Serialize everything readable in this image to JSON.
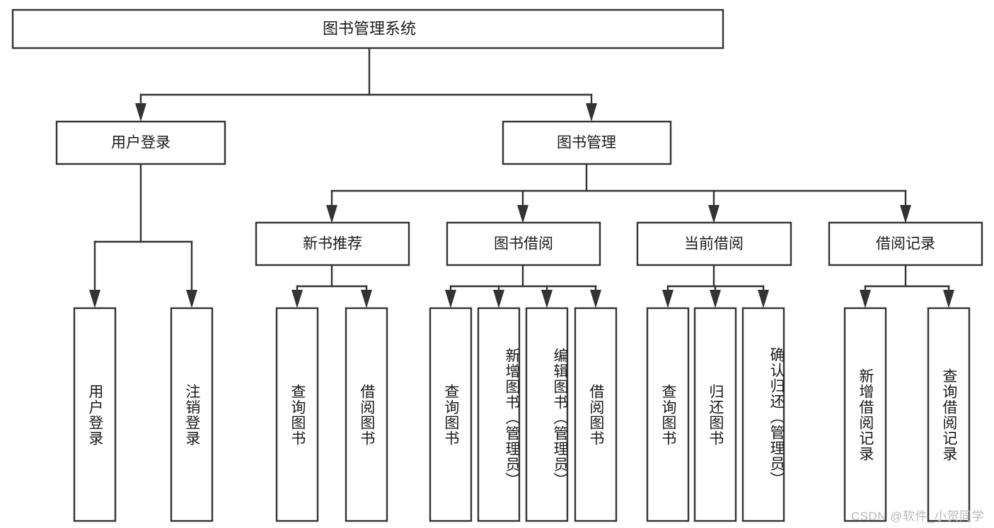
{
  "diagram": {
    "type": "tree-hierarchy",
    "title": "图书管理系统",
    "watermark": "CSDN @软件_小贺同学",
    "colors": {
      "background": "#ffffff",
      "stroke": "#333333",
      "text": "#1a1a1a",
      "watermark": "#b9b9b9"
    },
    "levels": {
      "root": "图书管理系统",
      "level2": [
        "用户登录",
        "图书管理"
      ],
      "level3": [
        "新书推荐",
        "图书借阅",
        "当前借阅",
        "借阅记录"
      ]
    },
    "nodes": {
      "root": {
        "label": "图书管理系统",
        "orientation": "horizontal"
      },
      "user_login": {
        "label": "用户登录",
        "orientation": "horizontal"
      },
      "book_manage": {
        "label": "图书管理",
        "orientation": "horizontal"
      },
      "new_book_rec": {
        "label": "新书推荐",
        "orientation": "horizontal"
      },
      "book_borrow": {
        "label": "图书借阅",
        "orientation": "horizontal"
      },
      "current_borrow": {
        "label": "当前借阅",
        "orientation": "horizontal"
      },
      "borrow_record": {
        "label": "借阅记录",
        "orientation": "horizontal"
      },
      "leaf_user_login": {
        "label": "用户登录",
        "orientation": "vertical"
      },
      "leaf_logout": {
        "label": "注销登录",
        "orientation": "vertical"
      },
      "leaf_query_book_1": {
        "label": "查询图书",
        "orientation": "vertical"
      },
      "leaf_borrow_book_1": {
        "label": "借阅图书",
        "orientation": "vertical"
      },
      "leaf_query_book_2": {
        "label": "查询图书",
        "orientation": "vertical"
      },
      "leaf_add_book": {
        "label": "新增图书（管理员）",
        "orientation": "vertical"
      },
      "leaf_edit_book": {
        "label": "编辑图书（管理员）",
        "orientation": "vertical"
      },
      "leaf_borrow_book_2": {
        "label": "借阅图书",
        "orientation": "vertical"
      },
      "leaf_query_book_3": {
        "label": "查询图书",
        "orientation": "vertical"
      },
      "leaf_return_book": {
        "label": "归还图书",
        "orientation": "vertical"
      },
      "leaf_confirm_return": {
        "label": "确认归还（管理员）",
        "orientation": "vertical"
      },
      "leaf_add_record": {
        "label": "新增借阅记录",
        "orientation": "vertical"
      },
      "leaf_query_record": {
        "label": "查询借阅记录",
        "orientation": "vertical"
      }
    },
    "edges": [
      {
        "from": "root",
        "to": "user_login"
      },
      {
        "from": "root",
        "to": "book_manage"
      },
      {
        "from": "user_login",
        "to": "leaf_user_login"
      },
      {
        "from": "user_login",
        "to": "leaf_logout"
      },
      {
        "from": "book_manage",
        "to": "new_book_rec"
      },
      {
        "from": "book_manage",
        "to": "book_borrow"
      },
      {
        "from": "book_manage",
        "to": "current_borrow"
      },
      {
        "from": "book_manage",
        "to": "borrow_record"
      },
      {
        "from": "new_book_rec",
        "to": "leaf_query_book_1"
      },
      {
        "from": "new_book_rec",
        "to": "leaf_borrow_book_1"
      },
      {
        "from": "book_borrow",
        "to": "leaf_query_book_2"
      },
      {
        "from": "book_borrow",
        "to": "leaf_add_book"
      },
      {
        "from": "book_borrow",
        "to": "leaf_edit_book"
      },
      {
        "from": "book_borrow",
        "to": "leaf_borrow_book_2"
      },
      {
        "from": "current_borrow",
        "to": "leaf_query_book_3"
      },
      {
        "from": "current_borrow",
        "to": "leaf_return_book"
      },
      {
        "from": "current_borrow",
        "to": "leaf_confirm_return"
      },
      {
        "from": "borrow_record",
        "to": "leaf_add_record"
      },
      {
        "from": "borrow_record",
        "to": "leaf_query_record"
      }
    ]
  }
}
